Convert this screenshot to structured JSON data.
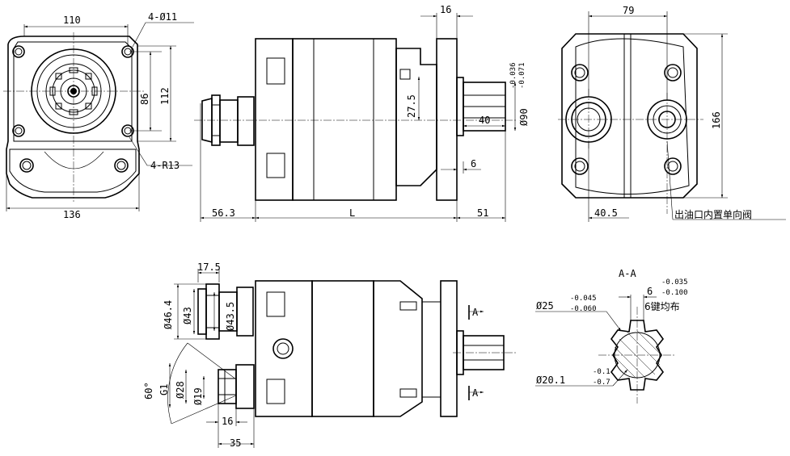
{
  "view_front": {
    "width_top": "110",
    "holes_4": "4-Ø11",
    "bolt_spacing": "86",
    "height": "112",
    "radius_4": "4-R13",
    "width_bottom": "136"
  },
  "view_side": {
    "flange_thick": "16",
    "inlet_length": "56.3",
    "body_length": "L",
    "shaft_length": "51",
    "offset": "27.5",
    "shaft_dia": "Ø90",
    "tol_upper": "-0.036",
    "tol_lower": "-0.071",
    "spline_len": "40",
    "gap": "6"
  },
  "view_rear": {
    "width": "79",
    "height": "166",
    "offset": "40.5",
    "note": "出油口内置单向阀"
  },
  "view_bottom": {
    "d1": "17.5",
    "d_outer": "Ø46.4",
    "d_mid": "Ø43",
    "d_inner": "Ø43.5",
    "angle": "60°",
    "thread": "G1",
    "d28": "Ø28",
    "d19": "Ø19",
    "len16": "16",
    "len35": "35",
    "section_mark": "A"
  },
  "section": {
    "title": "A-A",
    "key_w": "6",
    "key_tol_u": "-0.035",
    "key_tol_l": "-0.100",
    "key_note": "6键均布",
    "outer_d": "Ø25",
    "outer_tol_u": "-0.045",
    "outer_tol_l": "-0.060",
    "inner_d": "Ø20.1",
    "inner_tol_u": "-0.1",
    "inner_tol_l": "-0.7"
  }
}
